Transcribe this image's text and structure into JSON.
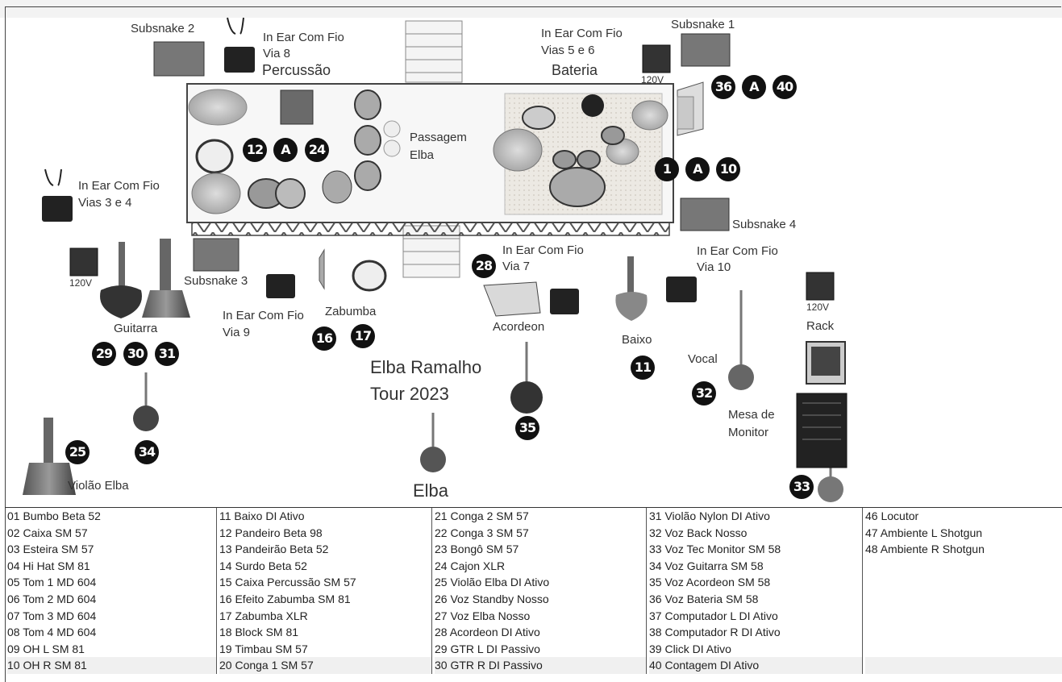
{
  "labels": {
    "subsnake2": "Subsnake 2",
    "subsnake1": "Subsnake 1",
    "subsnake3": "Subsnake 3",
    "subsnake4": "Subsnake 4",
    "inear_via8_1": "In Ear Com Fio",
    "inear_via8_2": "Via 8",
    "percussao": "Percussão",
    "inear_vias56_1": "In Ear Com Fio",
    "inear_vias56_2": "Vias 5 e 6",
    "bateria": "Bateria",
    "v120_top": "120V",
    "passagem1": "Passagem",
    "passagem2": "Elba",
    "inear_vias34_1": "In Ear Com Fio",
    "inear_vias34_2": "Vias 3 e 4",
    "v120_left": "120V",
    "inear_via7_1": "In Ear Com Fio",
    "inear_via7_2": "Via 7",
    "inear_via10_1": "In Ear Com Fio",
    "inear_via10_2": "Via 10",
    "v120_right": "120V",
    "rack": "Rack",
    "guitarra": "Guitarra",
    "inear_via9_1": "In Ear Com Fio",
    "inear_via9_2": "Via 9",
    "zabumba": "Zabumba",
    "acordeon": "Acordeon",
    "baixo": "Baixo",
    "vocal": "Vocal",
    "tour1": "Elba Ramalho",
    "tour2": "Tour 2023",
    "mesa1": "Mesa de",
    "mesa2": "Monitor",
    "violao": "Violão Elba",
    "elba": "Elba"
  },
  "badges": {
    "b36": "36",
    "bA1": "A",
    "b40": "40",
    "b12": "12",
    "bA2": "A",
    "b24": "24",
    "b1": "1",
    "bA3": "A",
    "b10": "10",
    "b28": "28",
    "b29": "29",
    "b30": "30",
    "b31": "31",
    "b16": "16",
    "b17": "17",
    "b11": "11",
    "b32": "32",
    "b35": "35",
    "b34": "34",
    "b25": "25",
    "b33": "33"
  },
  "patch_list": [
    [
      "01 Bumbo Beta 52",
      "02 Caixa SM 57",
      "03 Esteira SM 57",
      "04 Hi Hat SM 81",
      "05 Tom 1 MD 604",
      "06 Tom 2 MD 604",
      "07 Tom 3 MD 604",
      "08 Tom 4 MD 604",
      "09 OH L SM 81",
      "10 OH R SM 81"
    ],
    [
      "11 Baixo DI Ativo",
      "12 Pandeiro Beta 98",
      "13 Pandeirão Beta 52",
      "14 Surdo Beta 52",
      "15 Caixa Percussão SM 57",
      "16 Efeito Zabumba SM 81",
      "17 Zabumba XLR",
      "18 Block SM 81",
      "19 Timbau SM 57",
      "20 Conga 1 SM 57"
    ],
    [
      "21 Conga 2 SM 57",
      "22 Conga 3 SM 57",
      "23 Bongô SM 57",
      "24 Cajon XLR",
      "25 Violão Elba DI Ativo",
      "26 Voz Standby Nosso",
      "27 Voz Elba Nosso",
      "28 Acordeon DI Ativo",
      "29 GTR L DI Passivo",
      "30 GTR R DI Passivo"
    ],
    [
      "31 Violão Nylon DI Ativo",
      "32 Voz Back Nosso",
      "33 Voz Tec Monitor SM 58",
      "34 Voz Guitarra SM 58",
      "35 Voz Acordeon SM 58",
      "36 Voz Bateria SM 58",
      "37 Computador L DI Ativo",
      "38 Computador R DI Ativo",
      "39 Click DI Ativo",
      "40 Contagem DI Ativo"
    ],
    [
      "46 Locutor",
      "47 Ambiente L Shotgun",
      "48 Ambiente R Shotgun",
      "",
      "",
      "",
      "",
      "",
      "",
      ""
    ]
  ]
}
